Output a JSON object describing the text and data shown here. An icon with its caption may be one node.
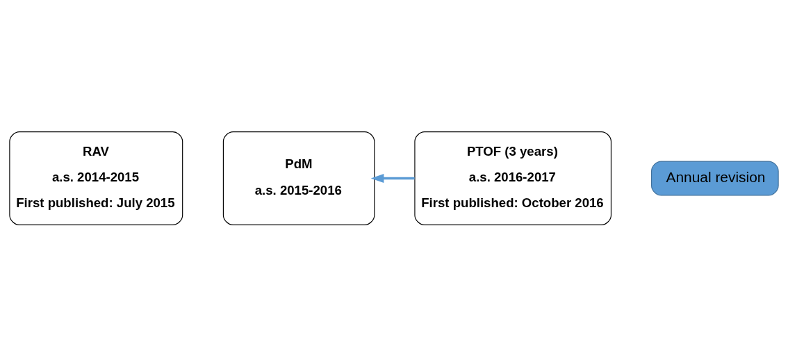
{
  "diagram": {
    "nodes": [
      {
        "text": [
          "RAV",
          "a.s. 2014-2015",
          "First published: July 2015"
        ]
      },
      {
        "text": [
          "PdM",
          "a.s. 2015-2016"
        ]
      },
      {
        "text": [
          "PTOF (3 years)",
          "a.s. 2016-2017",
          "First published: October 2016"
        ]
      },
      {
        "text": [
          "Annual revision"
        ]
      }
    ],
    "edges": [
      {
        "from": 2,
        "to": 1,
        "arrow": "to"
      }
    ]
  }
}
